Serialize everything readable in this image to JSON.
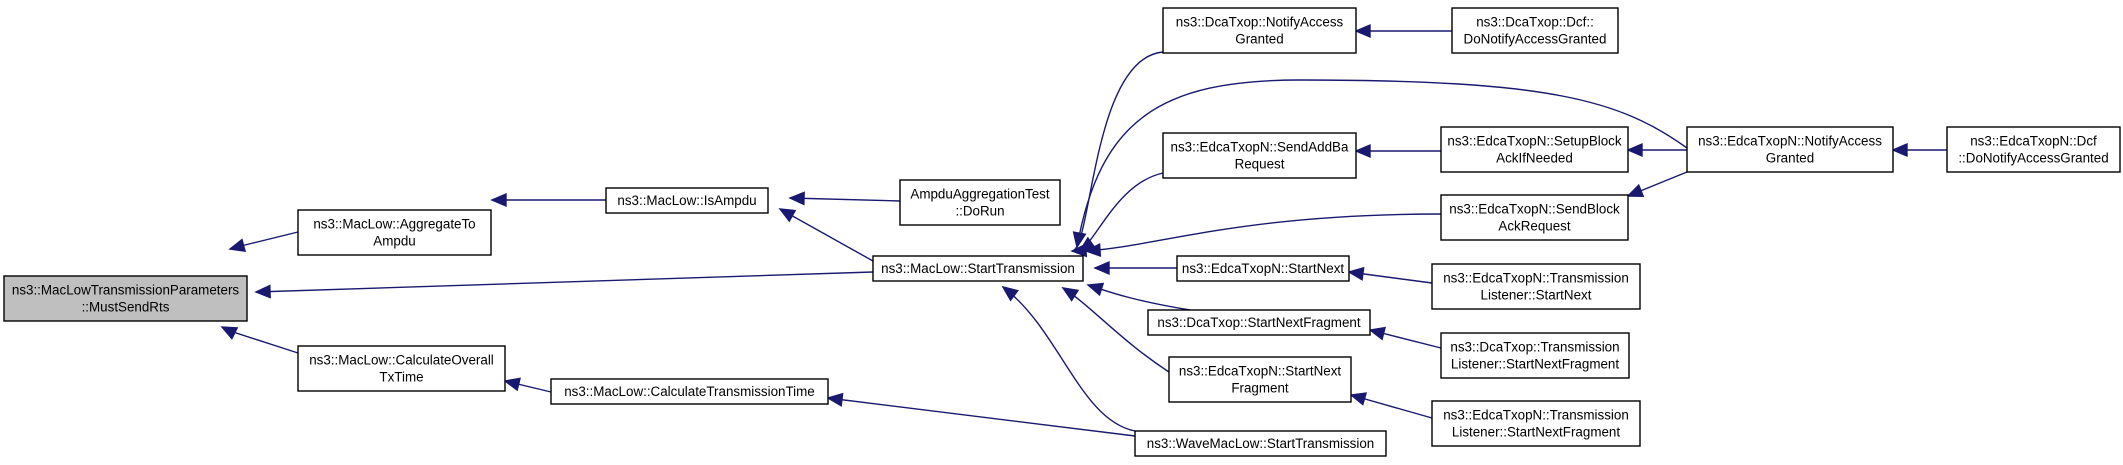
{
  "colors": {
    "edge": "#191970",
    "root_fill": "#bfbfbf",
    "node_fill": "#ffffff"
  },
  "nodes": [
    {
      "id": "n0",
      "lines": [
        "ns3::MacLowTransmissionParameters",
        "::MustSendRts"
      ],
      "root": true
    },
    {
      "id": "n1",
      "lines": [
        "ns3::MacLow::AggregateTo",
        "Ampdu"
      ]
    },
    {
      "id": "n2",
      "lines": [
        "ns3::MacLow::CalculateOverall",
        "TxTime"
      ]
    },
    {
      "id": "n3",
      "lines": [
        "ns3::MacLow::IsAmpdu"
      ]
    },
    {
      "id": "n4",
      "lines": [
        "AmpduAggregationTest",
        "::DoRun"
      ]
    },
    {
      "id": "n5",
      "lines": [
        "ns3::MacLow::StartTransmission"
      ]
    },
    {
      "id": "n6",
      "lines": [
        "ns3::MacLow::CalculateTransmissionTime"
      ]
    },
    {
      "id": "n7",
      "lines": [
        "ns3::DcaTxop::NotifyAccess",
        "Granted"
      ]
    },
    {
      "id": "n8",
      "lines": [
        "ns3::EdcaTxopN::SendAddBa",
        "Request"
      ]
    },
    {
      "id": "n9",
      "lines": [
        "ns3::EdcaTxopN::StartNext"
      ]
    },
    {
      "id": "n10",
      "lines": [
        "ns3::DcaTxop::StartNextFragment"
      ]
    },
    {
      "id": "n11",
      "lines": [
        "ns3::EdcaTxopN::StartNext",
        "Fragment"
      ]
    },
    {
      "id": "n12",
      "lines": [
        "ns3::WaveMacLow::StartTransmission"
      ]
    },
    {
      "id": "n13",
      "lines": [
        "ns3::DcaTxop::Dcf::",
        "DoNotifyAccessGranted"
      ]
    },
    {
      "id": "n14",
      "lines": [
        "ns3::EdcaTxopN::SetupBlock",
        "AckIfNeeded"
      ]
    },
    {
      "id": "n15",
      "lines": [
        "ns3::EdcaTxopN::SendBlock",
        "AckRequest"
      ]
    },
    {
      "id": "n16",
      "lines": [
        "ns3::EdcaTxopN::Transmission",
        "Listener::StartNext"
      ]
    },
    {
      "id": "n17",
      "lines": [
        "ns3::DcaTxop::Transmission",
        "Listener::StartNextFragment"
      ]
    },
    {
      "id": "n18",
      "lines": [
        "ns3::EdcaTxopN::Transmission",
        "Listener::StartNextFragment"
      ]
    },
    {
      "id": "n19",
      "lines": [
        "ns3::EdcaTxopN::NotifyAccess",
        "Granted"
      ]
    },
    {
      "id": "n20",
      "lines": [
        "ns3::EdcaTxopN::Dcf",
        "::DoNotifyAccessGranted"
      ]
    }
  ],
  "edges": [
    {
      "from": "n1",
      "to": "n0"
    },
    {
      "from": "n5",
      "to": "n0"
    },
    {
      "from": "n2",
      "to": "n0"
    },
    {
      "from": "n3",
      "to": "n1"
    },
    {
      "from": "n6",
      "to": "n2"
    },
    {
      "from": "n4",
      "to": "n3"
    },
    {
      "from": "n5",
      "to": "n3"
    },
    {
      "from": "n12",
      "to": "n6"
    },
    {
      "from": "n7",
      "to": "n5"
    },
    {
      "from": "n19",
      "to": "n5"
    },
    {
      "from": "n8",
      "to": "n5"
    },
    {
      "from": "n15",
      "to": "n5"
    },
    {
      "from": "n9",
      "to": "n5"
    },
    {
      "from": "n10",
      "to": "n5"
    },
    {
      "from": "n11",
      "to": "n5"
    },
    {
      "from": "n12",
      "to": "n5"
    },
    {
      "from": "n13",
      "to": "n7"
    },
    {
      "from": "n14",
      "to": "n8"
    },
    {
      "from": "n16",
      "to": "n9"
    },
    {
      "from": "n17",
      "to": "n10"
    },
    {
      "from": "n18",
      "to": "n11"
    },
    {
      "from": "n19",
      "to": "n14"
    },
    {
      "from": "n19",
      "to": "n15"
    },
    {
      "from": "n20",
      "to": "n19"
    }
  ]
}
